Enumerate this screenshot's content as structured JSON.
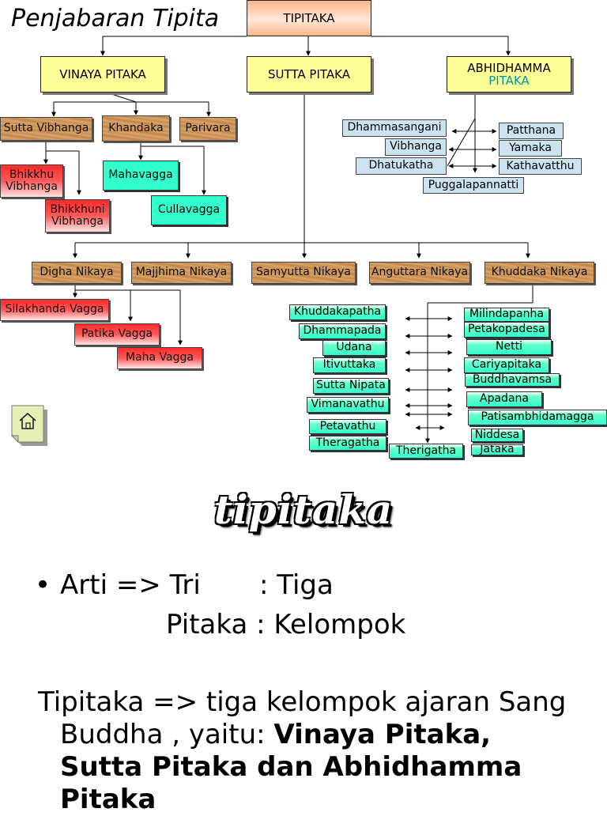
{
  "slide_title": "Penjabaran Tipita",
  "diagram": {
    "root": "TIPITAKA",
    "pitakas": {
      "vinaya": "VINAYA PITAKA",
      "sutta": "SUTTA PITAKA",
      "abhidhamma_line1": "ABHIDHAMMA",
      "abhidhamma_line2": "PITAKA"
    },
    "vinaya_children": [
      "Sutta Vibhanga",
      "Khandaka",
      "Parivara"
    ],
    "sutta_vibhanga_children": [
      [
        "Bhikkhu",
        "Vibhanga"
      ],
      [
        "Bhikkhuni",
        "Vibhanga"
      ]
    ],
    "khandaka_children": [
      "Mahavagga",
      "Cullavagga"
    ],
    "abhidhamma_books": [
      "Dhammasangani",
      "Vibhanga",
      "Dhatukatha",
      "Patthana",
      "Yamaka",
      "Kathavatthu",
      "Puggalapannatti"
    ],
    "nikayas": [
      "Digha Nikaya",
      "Majjhima Nikaya",
      "Samyutta Nikaya",
      "Anguttara Nikaya",
      "Khuddaka Nikaya"
    ],
    "digha_vaggas": [
      "Silakhanda Vagga",
      "Patika Vagga",
      "Maha Vagga"
    ],
    "khuddaka_left": [
      "Khuddakapatha",
      "Dhammapada",
      "Udana",
      "Itivuttaka",
      "Sutta Nipata",
      "Vimanavathu",
      "Petavathu",
      "Theragatha",
      "Therigatha"
    ],
    "khuddaka_right": [
      "Milindapanha",
      "Petakopadesa",
      "Netti",
      "Cariyapitaka",
      "Buddhavamsa",
      "Apadana",
      "Patisambhidamagga",
      "Niddesa",
      "Jataka"
    ],
    "colors": {
      "root_fill": "#fdb58a",
      "pitaka_fill": "#ffff99",
      "abhidhamma_accent": "#009999",
      "wood_fill": "#c8935a",
      "red_fill": "#ff2a2a",
      "cyan_fill": "#33ffcc",
      "light_blue_fill": "#cce4ef"
    }
  },
  "home_icon": "house-icon",
  "big_title": "tipitaka",
  "definition": {
    "bullet": "•",
    "arti": "Arti => Tri",
    "arti_value": ": Tiga",
    "pitaka_line": "Pitaka : Kelompok"
  },
  "paragraph": {
    "intro": "Tipitaka => tiga kelompok ajaran Sang",
    "cont": "Buddha , yaitu: ",
    "bold_1": "Vinaya Pitaka,",
    "bold_2": "Sutta Pitaka dan Abhidhamma",
    "bold_3": "Pitaka"
  }
}
